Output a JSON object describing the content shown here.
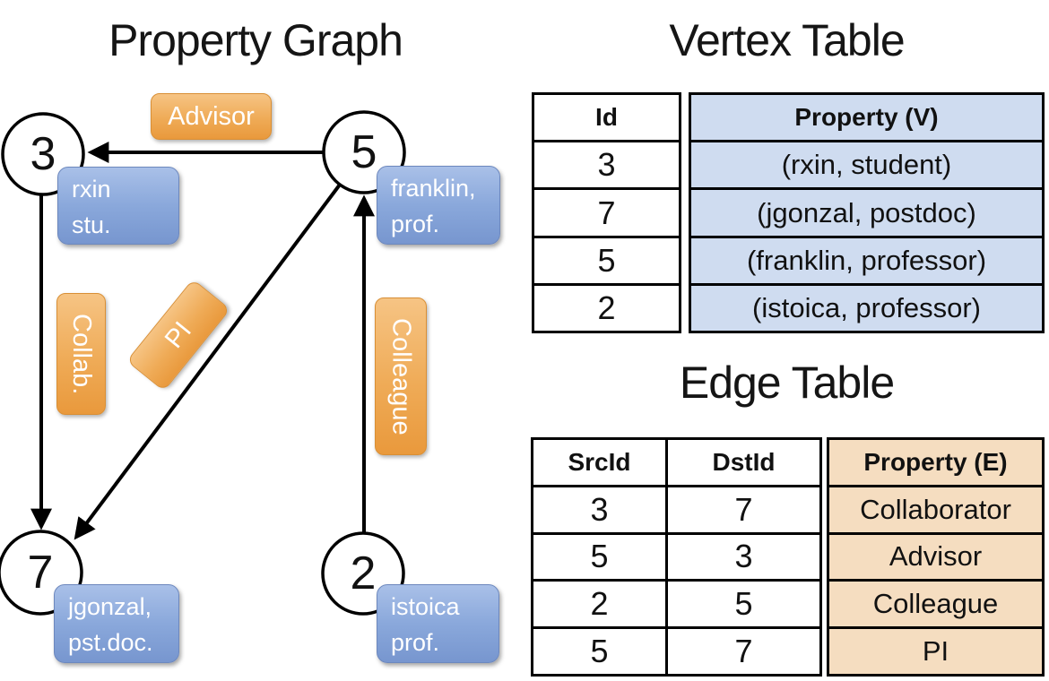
{
  "graph": {
    "title": "Property Graph",
    "nodes": [
      {
        "id": "3",
        "property_line1": "rxin",
        "property_line2": "stu."
      },
      {
        "id": "5",
        "property_line1": "franklin,",
        "property_line2": "prof."
      },
      {
        "id": "7",
        "property_line1": "jgonzal,",
        "property_line2": "pst.doc."
      },
      {
        "id": "2",
        "property_line1": "istoica",
        "property_line2": "prof."
      }
    ],
    "edges": [
      {
        "label": "Advisor",
        "from": "5",
        "to": "3"
      },
      {
        "label": "Collab.",
        "from": "3",
        "to": "7"
      },
      {
        "label": "PI",
        "from": "5",
        "to": "7"
      },
      {
        "label": "Colleague",
        "from": "2",
        "to": "5"
      }
    ]
  },
  "vertex_table": {
    "title": "Vertex Table",
    "columns": {
      "id": "Id",
      "property": "Property (V)"
    },
    "rows": [
      {
        "id": "3",
        "property": "(rxin, student)"
      },
      {
        "id": "7",
        "property": "(jgonzal, postdoc)"
      },
      {
        "id": "5",
        "property": "(franklin, professor)"
      },
      {
        "id": "2",
        "property": "(istoica, professor)"
      }
    ]
  },
  "edge_table": {
    "title": "Edge Table",
    "columns": {
      "src": "SrcId",
      "dst": "DstId",
      "property": "Property (E)"
    },
    "rows": [
      {
        "src": "3",
        "dst": "7",
        "property": "Collaborator"
      },
      {
        "src": "5",
        "dst": "3",
        "property": "Advisor"
      },
      {
        "src": "2",
        "dst": "5",
        "property": "Colleague"
      },
      {
        "src": "5",
        "dst": "7",
        "property": "PI"
      }
    ]
  },
  "colors": {
    "edge_label_fill": "#efab57",
    "vertex_label_fill": "#8aa8db",
    "vertex_property_cell_fill": "#cfdcf0",
    "edge_property_cell_fill": "#f5ddc0",
    "line_color": "#000000"
  }
}
